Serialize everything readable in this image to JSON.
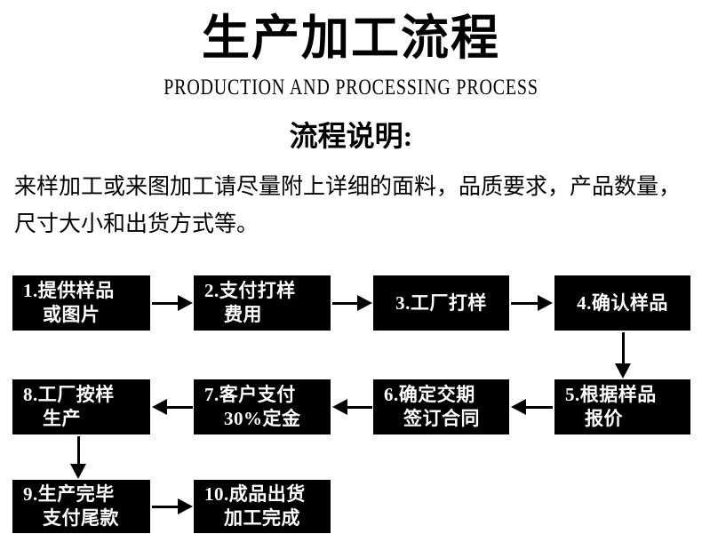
{
  "header": {
    "title_cn": "生产加工流程",
    "title_en": "PRODUCTION AND PROCESSING PROCESS",
    "section_heading": "流程说明:",
    "body_text": "来样加工或来图加工请尽量附上详细的面料，品质要求，产品数量，尺寸大小和出货方式等。"
  },
  "flow": {
    "steps": [
      {
        "id": "step-1",
        "number": "1.",
        "line1": "1.提供样品",
        "line2": "或图片",
        "layout": "two-line-indent"
      },
      {
        "id": "step-2",
        "number": "2.",
        "line1": "2.支付打样",
        "line2": "费用",
        "layout": "two-line-indent"
      },
      {
        "id": "step-3",
        "number": "3.",
        "line1": "3.工厂打样",
        "line2": "",
        "layout": "single-line"
      },
      {
        "id": "step-4",
        "number": "4.",
        "line1": "4.确认样品",
        "line2": "",
        "layout": "single-line"
      },
      {
        "id": "step-5",
        "number": "5.",
        "line1": "5.根据样品",
        "line2": "报价",
        "layout": "two-line-indent"
      },
      {
        "id": "step-6",
        "number": "6.",
        "line1": "6.确定交期",
        "line2": "签订合同",
        "layout": "two-line-indent"
      },
      {
        "id": "step-7",
        "number": "7.",
        "line1": "7.客户支付",
        "line2": "30%定金",
        "layout": "two-line-indent"
      },
      {
        "id": "step-8",
        "number": "8.",
        "line1": "8.工厂按样",
        "line2": "生产",
        "layout": "two-line-indent"
      },
      {
        "id": "step-9",
        "number": "9.",
        "line1": "9.生产完毕",
        "line2": "支付尾款",
        "layout": "two-line-indent"
      },
      {
        "id": "step-10",
        "number": "10.",
        "line1": "10.成品出货",
        "line2": "加工完成",
        "layout": "two-line-indent"
      }
    ],
    "connectors": [
      {
        "name": "arrow-step1-to-step2",
        "direction": "right"
      },
      {
        "name": "arrow-step2-to-step3",
        "direction": "right"
      },
      {
        "name": "arrow-step3-to-step4",
        "direction": "right"
      },
      {
        "name": "arrow-step4-to-step5",
        "direction": "down"
      },
      {
        "name": "arrow-step5-to-step6",
        "direction": "left"
      },
      {
        "name": "arrow-step6-to-step7",
        "direction": "left"
      },
      {
        "name": "arrow-step7-to-step8",
        "direction": "left"
      },
      {
        "name": "arrow-step8-to-step9",
        "direction": "down"
      },
      {
        "name": "arrow-step9-to-step10",
        "direction": "right"
      }
    ]
  },
  "colors": {
    "background": "#ffffff",
    "box_fill": "#000000",
    "box_text": "#ffffff",
    "ink": "#000000"
  }
}
